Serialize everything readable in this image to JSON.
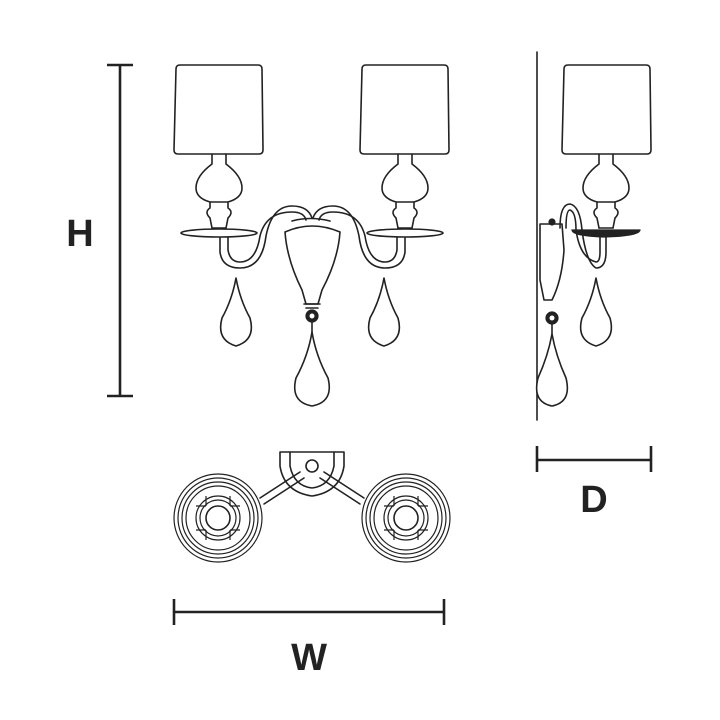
{
  "dimensions": {
    "height_label": "H",
    "width_label": "W",
    "depth_label": "D"
  },
  "colors": {
    "line": "#222222",
    "background": "#ffffff"
  },
  "views": [
    "front-view",
    "side-view",
    "top-view"
  ]
}
